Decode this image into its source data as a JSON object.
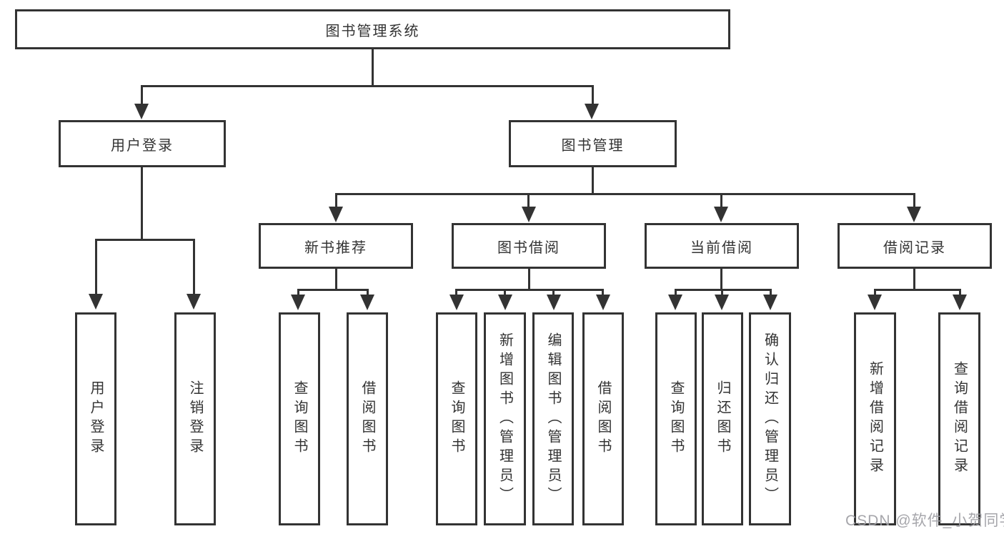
{
  "tree": {
    "root": "图书管理系统",
    "children": [
      {
        "label": "用户登录",
        "children": [
          "用户登录",
          "注销登录"
        ]
      },
      {
        "label": "图书管理",
        "children": [
          {
            "label": "新书推荐",
            "children": [
              "查询图书",
              "借阅图书"
            ]
          },
          {
            "label": "图书借阅",
            "children": [
              "查询图书",
              "新增图书（管理员）",
              "编辑图书（管理员）",
              "借阅图书"
            ]
          },
          {
            "label": "当前借阅",
            "children": [
              "查询图书",
              "归还图书",
              "确认归还（管理员）"
            ]
          },
          {
            "label": "借阅记录",
            "children": [
              "新增借阅记录",
              "查询借阅记录"
            ]
          }
        ]
      }
    ]
  },
  "colors": {
    "line": "#333333",
    "text": "#333333",
    "watermark": "#9e9ea4",
    "background": "#ffffff"
  },
  "watermark": {
    "text": "CSDN @软件_小贺同学"
  }
}
